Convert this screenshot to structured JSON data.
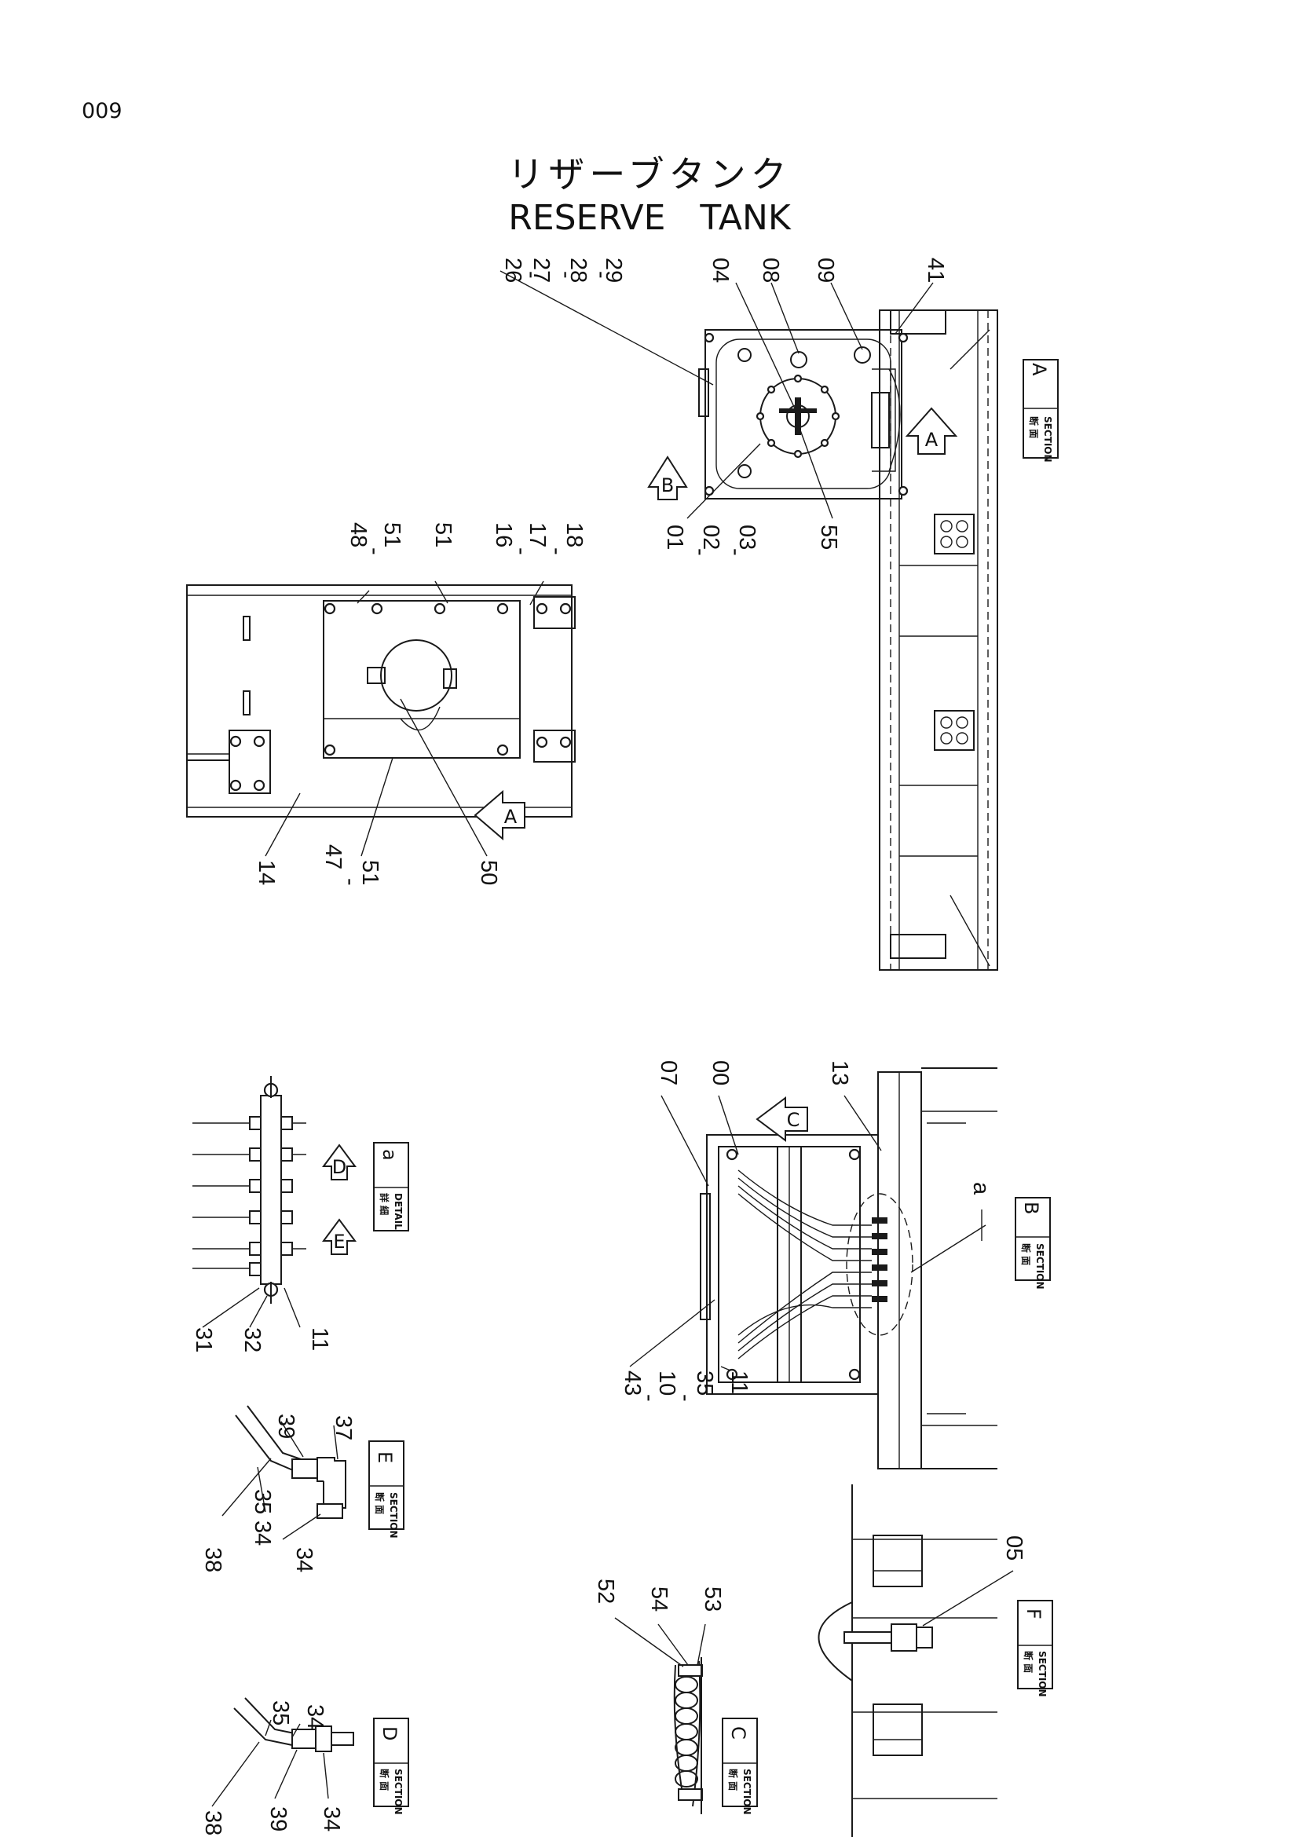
{
  "page": {
    "number": "009"
  },
  "title": {
    "jp": "リザーブタンク",
    "en": "RESERVE   TANK"
  },
  "part_labels": {
    "top_right": [
      "26",
      "27",
      "28",
      "29",
      "04",
      "08",
      "09",
      "41",
      "01",
      "02",
      "03",
      "55"
    ],
    "top_left": [
      "48",
      "51",
      "51",
      "16",
      "17",
      "18",
      "14",
      "47",
      "51",
      "50"
    ],
    "middle": [
      "07",
      "00",
      "13",
      "43",
      "10",
      "35",
      "11",
      "a"
    ],
    "detail_a": [
      "31",
      "32",
      "11"
    ],
    "section_e": [
      "39",
      "37",
      "34",
      "35",
      "38",
      "34"
    ],
    "section_d": [
      "35",
      "34",
      "38",
      "39",
      "34"
    ],
    "section_c": [
      "52",
      "54",
      "53"
    ],
    "section_f": [
      "05"
    ]
  },
  "tags": {
    "section_a": {
      "kanji": "断 面",
      "word": "SECTION",
      "letter": "A"
    },
    "section_b": {
      "kanji": "断 面",
      "word": "SECTION",
      "letter": "B"
    },
    "section_c": {
      "kanji": "断 面",
      "word": "SECTION",
      "letter": "C"
    },
    "section_d": {
      "kanji": "断 面",
      "word": "SECTION",
      "letter": "D"
    },
    "section_e": {
      "kanji": "断 面",
      "word": "SECTION",
      "letter": "E"
    },
    "section_f": {
      "kanji": "断 面",
      "word": "SECTION",
      "letter": "F"
    },
    "detail_a": {
      "kanji": "詳 細",
      "word": "DETAIL",
      "letter": "a"
    }
  },
  "view_arrows": {
    "a": "A",
    "b": "B",
    "c": "C"
  }
}
